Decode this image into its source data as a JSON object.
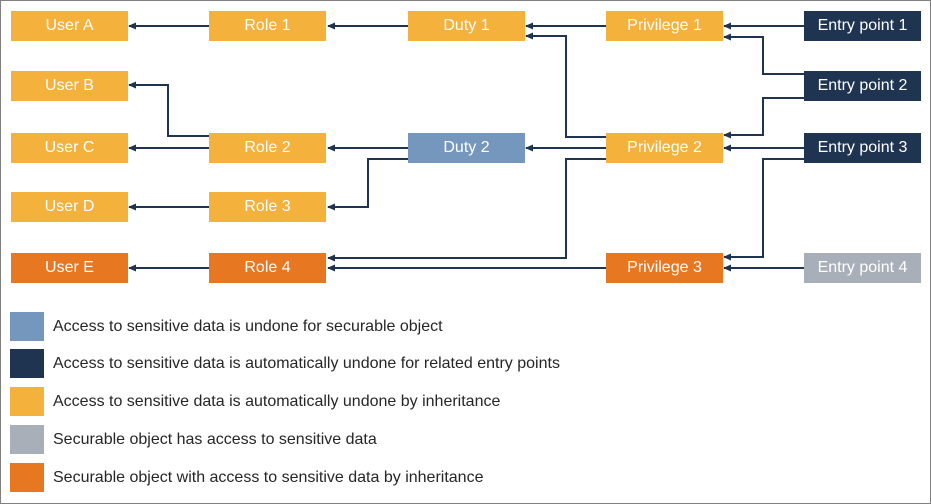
{
  "colors": {
    "yellow": "#f4b13b",
    "orange": "#e87722",
    "blue": "#7697bd",
    "navy": "#1f3451",
    "gray": "#a8afb8",
    "arrow": "#1f3451"
  },
  "nodes": {
    "user_a": "User A",
    "user_b": "User B",
    "user_c": "User C",
    "user_d": "User D",
    "user_e": "User E",
    "role_1": "Role 1",
    "role_2": "Role 2",
    "role_3": "Role 3",
    "role_4": "Role 4",
    "duty_1": "Duty 1",
    "duty_2": "Duty 2",
    "privilege_1": "Privilege 1",
    "privilege_2": "Privilege 2",
    "privilege_3": "Privilege 3",
    "entry_point_1": "Entry point 1",
    "entry_point_2": "Entry point 2",
    "entry_point_3": "Entry point 3",
    "entry_point_4": "Entry point 4"
  },
  "edges": [
    {
      "from": "Role 1",
      "to": "User A"
    },
    {
      "from": "Duty 1",
      "to": "Role 1"
    },
    {
      "from": "Privilege 1",
      "to": "Duty 1"
    },
    {
      "from": "Entry point 1",
      "to": "Privilege 1"
    },
    {
      "from": "Entry point 2",
      "to": "Privilege 1"
    },
    {
      "from": "Privilege 2",
      "to": "Duty 1"
    },
    {
      "from": "Entry point 2",
      "to": "Privilege 2"
    },
    {
      "from": "Role 2",
      "to": "User B"
    },
    {
      "from": "Role 2",
      "to": "User C"
    },
    {
      "from": "Duty 2",
      "to": "Role 2"
    },
    {
      "from": "Privilege 2",
      "to": "Duty 2"
    },
    {
      "from": "Entry point 3",
      "to": "Privilege 2"
    },
    {
      "from": "Role 3",
      "to": "User D"
    },
    {
      "from": "Duty 2",
      "to": "Role 3"
    },
    {
      "from": "Role 4",
      "to": "User E"
    },
    {
      "from": "Privilege 2",
      "to": "Role 4"
    },
    {
      "from": "Privilege 3",
      "to": "Role 4"
    },
    {
      "from": "Entry point 3",
      "to": "Privilege 3"
    },
    {
      "from": "Entry point 4",
      "to": "Privilege 3"
    }
  ],
  "legend": [
    {
      "color": "#7697bd",
      "text": "Access to sensitive data is undone for securable object"
    },
    {
      "color": "#1f3451",
      "text": "Access to sensitive data is automatically undone for related entry points"
    },
    {
      "color": "#f4b13b",
      "text": "Access to sensitive data is automatically undone by inheritance"
    },
    {
      "color": "#a8afb8",
      "text": "Securable object has access to sensitive data"
    },
    {
      "color": "#e87722",
      "text": "Securable object with access to sensitive data by inheritance"
    }
  ]
}
